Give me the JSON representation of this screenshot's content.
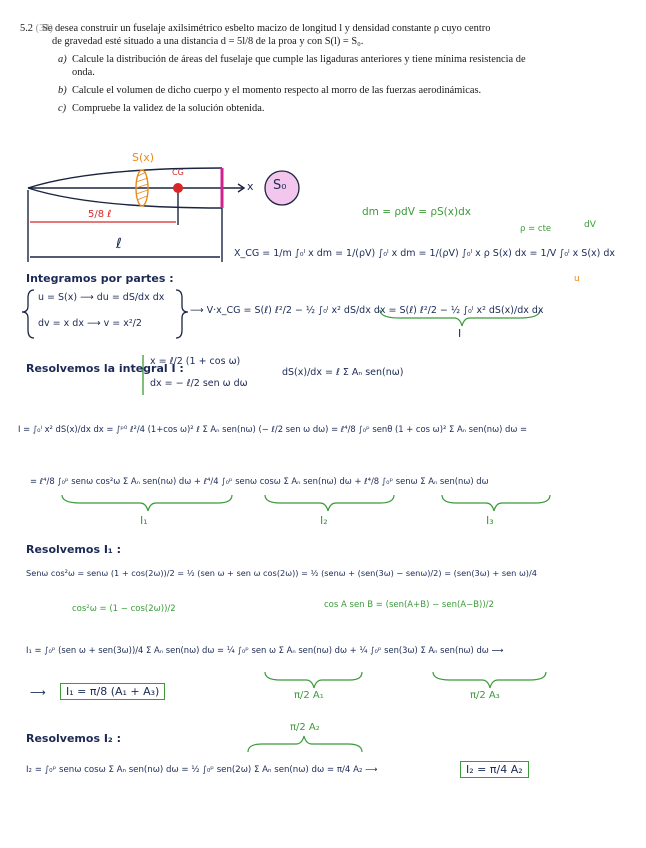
{
  "problem": {
    "number": "5.2",
    "ref": "(34)",
    "statement_1": "Se desea construir un fuselaje axilsimétrico esbelto macizo de longitud l y densidad constante ρ cuyo centro",
    "statement_2": "de gravedad esté situado a una distancia d = 5l/8 de la proa y con S(l) = S₀.",
    "items": [
      {
        "label": "a)",
        "text_1": "Calcule la distribución de áreas del fuselaje que cumple las ligaduras anteriores y tiene mínima resistencia de",
        "text_2": "onda."
      },
      {
        "label": "b)",
        "text_1": "Calcule el volumen de dicho cuerpo y el momento respecto al morro de las fuerzas aerodinámicas.",
        "text_2": ""
      },
      {
        "label": "c)",
        "text_1": "Compruebe la validez de la solución obtenida.",
        "text_2": ""
      }
    ]
  },
  "sketch": {
    "s_label": "S(x)",
    "cg_label": "CG",
    "x_label": "x",
    "so_label": "S₀",
    "d_label": "5/8 ℓ",
    "l_label": "ℓ"
  },
  "notes": {
    "dm_note": "dm = ρdV = ρS(x)dx",
    "rho_note": "ρ = cte",
    "dv_note": "dV",
    "u_note": "u",
    "xcg_eq": "X_CG = 1/m ∫₀ˡ x dm = 1/(ρV) ∫₀ˡ x dm = 1/(ρV) ∫₀ˡ x ρ S(x) dx = 1/V ∫₀ˡ x S(x) dx",
    "parts_heading": "Integramos por partes :",
    "parts_u": "u = S(x) ⟶ du = dS/dx dx",
    "parts_dv": "dv = x dx ⟶ v = x²/2",
    "parts_result": "⟶ V·x_CG = S(ℓ) ℓ²/2 − ½ ∫₀ˡ x² dS/dx dx = S(ℓ) ℓ²/2 − ½ ∫₀ˡ x² dS(x)/dx dx",
    "I_mark": "I",
    "resolve_I_heading": "Resolvemos la integral I :",
    "subst_x": "x = ℓ/2 (1 + cos ω)",
    "subst_dx": "dx = − ℓ/2 sen ω dω",
    "subst_ds": "dS(x)/dx = ℓ Σ Aₙ sen(nω)",
    "I_eq": "I = ∫₀ˡ x² dS(x)/dx dx = ∫ᵖ⁰ ℓ²/4 (1+cos ω)² ℓ Σ Aₙ sen(nω) (− ℓ/2 sen ω dω) = ℓ⁴/8 ∫₀ᵖ senθ (1 + cos ω)² Σ Aₙ sen(nω) dω =",
    "I_expand": "= ℓ⁴/8 ∫₀ᵖ senω cos²ω Σ Aₙ sen(nω) dω + ℓ⁴/4 ∫₀ᵖ senω cosω Σ Aₙ sen(nω) dω + ℓ⁴/8 ∫₀ᵖ senω Σ Aₙ sen(nω) dω",
    "I1_mark": "I₁",
    "I2_mark": "I₂",
    "I3_mark": "I₃",
    "resolve_I1_heading": "Resolvemos I₁ :",
    "trig_eq": "Senω cos²ω = senω (1 + cos(2ω))/2 = ½ (sen ω + sen ω cos(2ω)) = ½ (senω + (sen(3ω) − senω)/2) = (sen(3ω) + sen ω)/4",
    "cos2_note": "cos²ω = (1 − cos(2ω))/2",
    "cosAsenB_note": "cos A sen B = (sen(A+B) − sen(A−B))/2",
    "I1_eq": "I₁ = ∫₀ᵖ (sen ω + sen(3ω))/4 Σ Aₙ sen(nω) dω = ¼ ∫₀ᵖ sen ω Σ Aₙ sen(nω) dω + ¼ ∫₀ᵖ sen(3ω) Σ Aₙ sen(nω) dω ⟶",
    "A1_note": "π/2 A₁",
    "A3_note": "π/2 A₃",
    "I1_result": "I₁ = π/8 (A₁ + A₃)",
    "A2_note": "π/2 A₂",
    "resolve_I2_heading": "Resolvemos I₂ :",
    "I2_eq": "I₂ = ∫₀ᵖ senω cosω Σ Aₙ sen(nω) dω = ½ ∫₀ᵖ sen(2ω) Σ Aₙ sen(nω) dω = π/4 A₂ ⟶",
    "I2_result": "I₂ = π/4 A₂"
  },
  "colors": {
    "ink": "#1b2440",
    "green": "#3b9b3a",
    "orange": "#e88a1a",
    "red": "#d62828",
    "magenta": "#d0218f",
    "so_fill": "#f3c6ee"
  }
}
